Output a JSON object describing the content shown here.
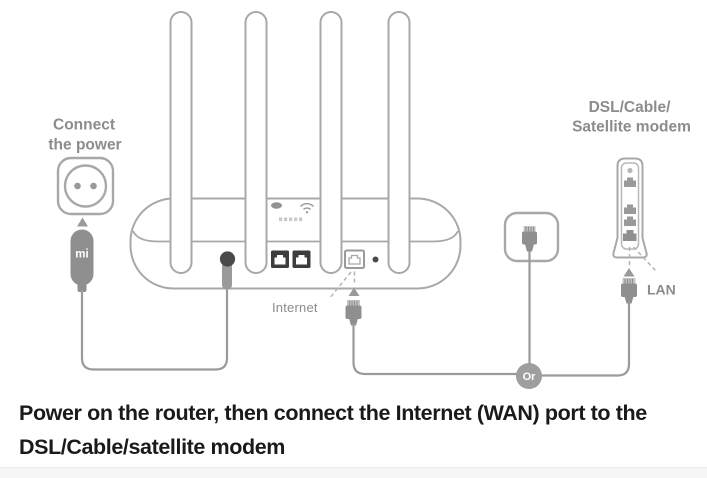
{
  "labels": {
    "connect_power_line1": "Connect",
    "connect_power_line2": "the power",
    "modem_line1": "DSL/Cable/",
    "modem_line2": "Satellite modem",
    "internet": "Internet",
    "lan": "LAN",
    "or": "Or",
    "plug_logo": "mi"
  },
  "caption": {
    "line1": "Power on the router, then connect the Internet (WAN) port to the",
    "line2": "DSL/Cable/satellite modem"
  },
  "colors": {
    "outline_gray": "#a8a8a8",
    "label_gray": "#8c8c8c",
    "connector_gray": "#8f8f8f",
    "cable_gray": "#9a9a9a",
    "port_dark": "#3d3d3d",
    "or_badge_fill": "#9e9e9e",
    "caption_text": "#1a1a1a",
    "background": "#ffffff"
  }
}
